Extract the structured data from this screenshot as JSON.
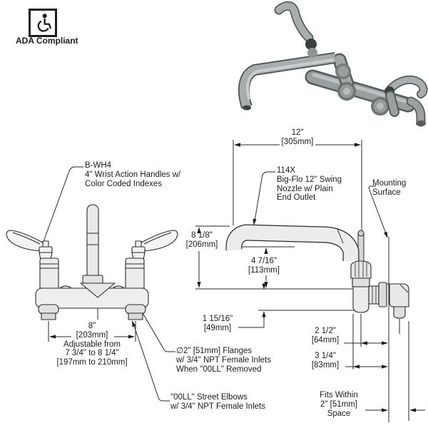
{
  "ada": {
    "label": "ADA Compliant",
    "icon": "wheelchair"
  },
  "callouts": {
    "handles": {
      "l1": "B-WH4",
      "l2": "4\" Wrist Action Handles w/",
      "l3": "Color Coded Indexes"
    },
    "nozzle": {
      "l1": "114X",
      "l2": "Big-Flo 12\" Swing",
      "l3": "Nozzle w/ Plain",
      "l4": "End Outlet"
    },
    "mounting": {
      "l1": "Mounting",
      "l2": "Surface"
    },
    "flanges": {
      "l1": "∅2\" [51mm] Flanges",
      "l2": "w/ 3/4\" NPT Female Inlets",
      "l3": "When \"00LL\" Removed"
    },
    "elbows": {
      "l1": "\"00LL\" Street Elbows",
      "l2": "w/ 3/4\" NPT Female Inlets"
    },
    "fits": {
      "l1": "Fits Within",
      "l2": "2\" [51mm]",
      "l3": "Space"
    }
  },
  "dims": {
    "nozzle_length": {
      "in": "12\"",
      "mm": "[305mm]"
    },
    "height_top": {
      "in": "8 1/8\"",
      "mm": "[206mm]"
    },
    "height_under": {
      "in": "4 7/16\"",
      "mm": "[113mm]"
    },
    "outlet_drop": {
      "in": "1 15/16\"",
      "mm": "[49mm]"
    },
    "wall_to_center": {
      "in": "2 1/2\"",
      "mm": "[64mm]"
    },
    "wall_to_front": {
      "in": "3 1/4\"",
      "mm": "[83mm]"
    },
    "inlet_centers": {
      "in": "8\"",
      "mm": "[203mm]",
      "note1": "Adjustable from",
      "note2": "7 3/4\" to 8 1/4\"",
      "note3": "[197mm to 210mm]"
    }
  },
  "colors": {
    "line": "#1c1c1c",
    "fill_light": "#f3f3f3",
    "metal_light": "#abb1b1",
    "metal_mid": "#8c9292",
    "metal_dark": "#565c5c",
    "background": "#ffffff"
  }
}
